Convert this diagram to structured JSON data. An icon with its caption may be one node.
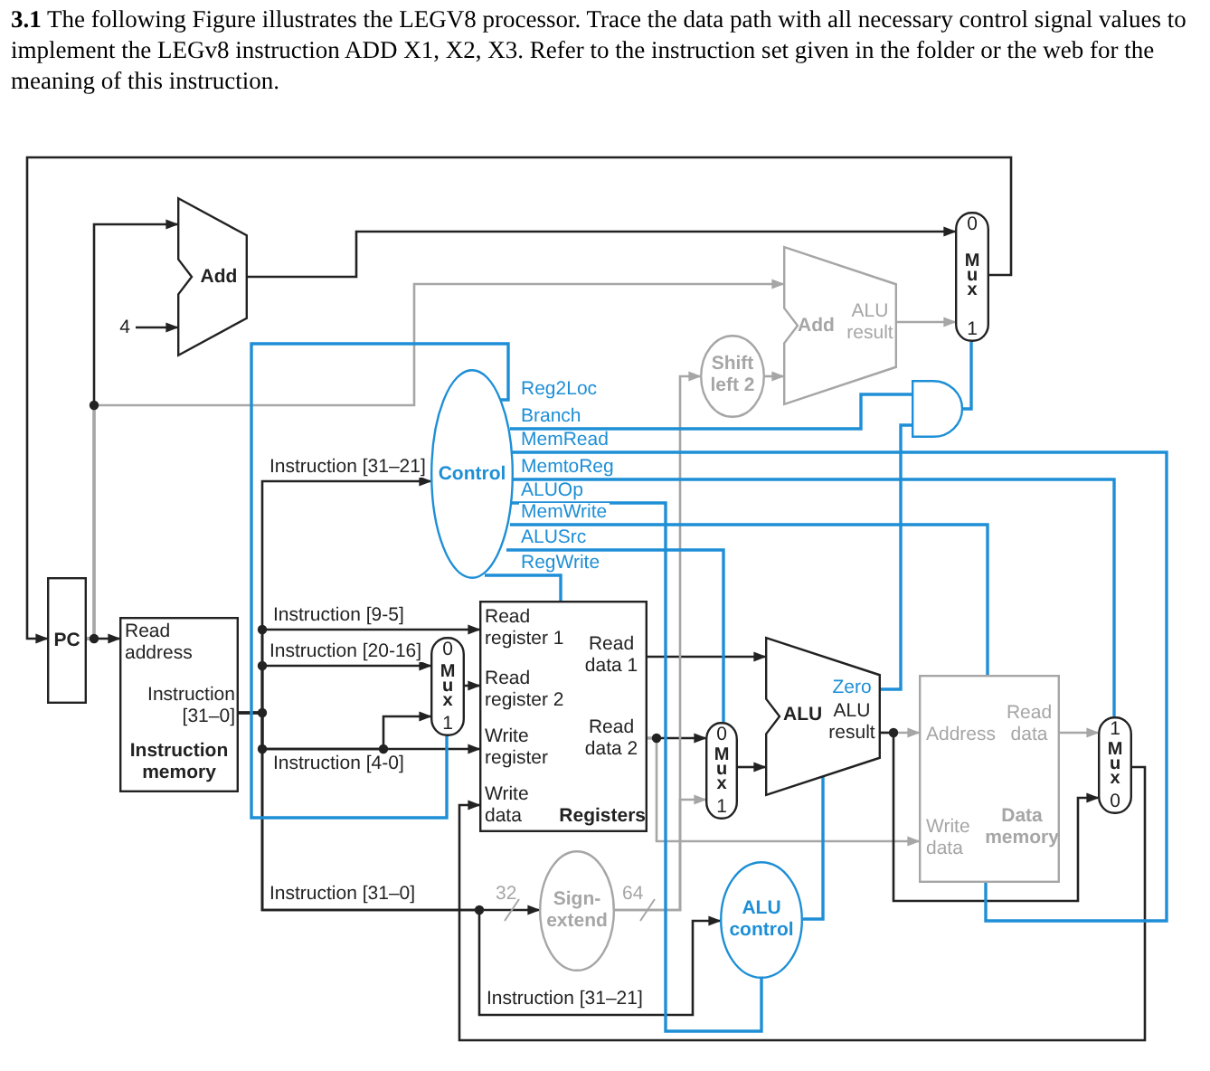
{
  "diagram": {
    "title": "**3.1** The following Figure illustrates the LEGV8 processor. Trace the data path with all necessary control signal values to implement the LEGv8 instruction ADD X1, X2, X3. Refer to the instruction set given in the folder or the web for the meaning of this instruction.",
    "nodes": [
      {
        "text": [
          "PC"
        ]
      },
      {
        "text": [
          "Read address",
          "Instruction [31–0]",
          "Instruction memory"
        ]
      },
      {
        "text": [
          "Add"
        ]
      },
      {
        "text": [
          "4"
        ]
      },
      {
        "text": [
          "Control"
        ]
      },
      {
        "text": [
          "Read register 1",
          "Read data 1",
          "Read register 2",
          "Write register",
          "Read data 2",
          "Write data",
          "Registers"
        ]
      },
      {
        "text": [
          "0",
          "Mux",
          "1"
        ]
      },
      {
        "text": [
          "Sign-extend"
        ]
      },
      {
        "text": [
          "Shift left 2"
        ]
      },
      {
        "text": [
          "Add",
          "ALU result"
        ]
      },
      {
        "text": [
          "0",
          "Mux",
          "1"
        ]
      },
      {
        "text": [],
        "shape": "gate"
      },
      {
        "text": [
          "0",
          "Mux",
          "1"
        ]
      },
      {
        "text": [
          "ALU",
          "Zero",
          "ALU result"
        ]
      },
      {
        "text": [
          "ALU control"
        ]
      },
      {
        "text": [
          "Address",
          "Read data",
          "Write data",
          "Data memory"
        ]
      },
      {
        "text": [
          "1",
          "Mux",
          "0"
        ]
      }
    ],
    "edges": [
      {
        "from": 0,
        "to": 1,
        "arrow": "to"
      },
      {
        "from": 0,
        "to": 2,
        "arrow": "to"
      },
      {
        "from": 3,
        "to": 2,
        "arrow": "to"
      },
      {
        "from": 2,
        "to": 10,
        "arrow": "to"
      },
      {
        "from": 10,
        "to": 0,
        "arrow": "to"
      },
      {
        "from": 0,
        "to": 9,
        "arrow": "to",
        "color": "#a6a6a6"
      },
      {
        "from": 1,
        "to": 4,
        "arrow": "to",
        "label": "Instruction [31–21]"
      },
      {
        "from": 1,
        "to": 5,
        "arrow": "to",
        "label": "Instruction [9-5]"
      },
      {
        "from": 1,
        "to": 6,
        "arrow": "to",
        "label": "Instruction [20-16]"
      },
      {
        "from": 1,
        "to": 6,
        "arrow": "to"
      },
      {
        "from": 1,
        "to": 5,
        "arrow": "to",
        "label": "Instruction [4-0]"
      },
      {
        "from": 1,
        "to": 7,
        "arrow": "to",
        "label": "Instruction [31–0]"
      },
      {
        "from": 1,
        "to": 14,
        "arrow": "to",
        "label": "Instruction [31–21]"
      },
      {
        "from": 6,
        "to": 5,
        "arrow": "to"
      },
      {
        "from": 5,
        "to": 13,
        "arrow": "to"
      },
      {
        "from": 5,
        "to": 12,
        "arrow": "to"
      },
      {
        "from": 5,
        "to": 15,
        "arrow": "to",
        "color": "#a6a6a6"
      },
      {
        "from": 7,
        "to": 12,
        "arrow": "to",
        "color": "#a6a6a6"
      },
      {
        "from": 7,
        "to": 8,
        "arrow": "to",
        "color": "#a6a6a6"
      },
      {
        "from": 8,
        "to": 9,
        "arrow": "to",
        "color": "#a6a6a6"
      },
      {
        "from": 9,
        "to": 10,
        "arrow": "to",
        "color": "#a6a6a6"
      },
      {
        "from": 12,
        "to": 13,
        "arrow": "to"
      },
      {
        "from": 13,
        "to": 15,
        "arrow": "to",
        "color": "#a6a6a6"
      },
      {
        "from": 13,
        "to": 16,
        "arrow": "to"
      },
      {
        "from": 15,
        "to": 16,
        "arrow": "to",
        "color": "#a6a6a6"
      },
      {
        "from": 16,
        "to": 5,
        "arrow": "to"
      },
      {
        "from": 13,
        "to": 11,
        "arrow": "none",
        "color": "#1e8fd6"
      },
      {
        "from": 11,
        "to": 10,
        "arrow": "none",
        "color": "#1e8fd6"
      },
      {
        "from": 14,
        "to": 13,
        "arrow": "none",
        "color": "#1e8fd6"
      },
      {
        "from": 4,
        "to": 6,
        "arrow": "none",
        "label": "Reg2Loc",
        "color": "#1e8fd6"
      },
      {
        "from": 4,
        "to": 11,
        "arrow": "none",
        "label": "Branch",
        "color": "#1e8fd6"
      },
      {
        "from": 4,
        "to": 15,
        "arrow": "none",
        "label": "MemRead",
        "color": "#1e8fd6"
      },
      {
        "from": 4,
        "to": 16,
        "arrow": "none",
        "label": "MemtoReg",
        "color": "#1e8fd6"
      },
      {
        "from": 4,
        "to": 14,
        "arrow": "none",
        "label": "ALUOp",
        "color": "#1e8fd6"
      },
      {
        "from": 4,
        "to": 15,
        "arrow": "none",
        "label": "MemWrite",
        "color": "#1e8fd6"
      },
      {
        "from": 4,
        "to": 12,
        "arrow": "none",
        "label": "ALUSrc",
        "color": "#1e8fd6"
      },
      {
        "from": 4,
        "to": 5,
        "arrow": "none",
        "label": "RegWrite",
        "color": "#1e8fd6"
      }
    ],
    "labels": [
      "32",
      "64"
    ]
  }
}
